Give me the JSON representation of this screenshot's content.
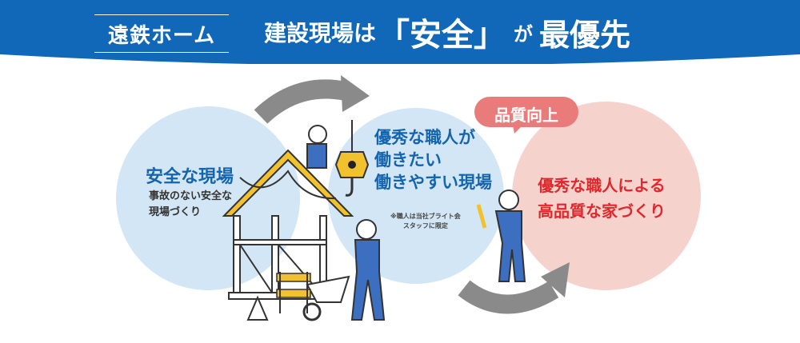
{
  "header": {
    "brand": "遠鉄ホーム",
    "headline_pre": "建設現場は",
    "headline_emph": "「安全」",
    "headline_mid": "が",
    "headline_post": "最優先"
  },
  "left_circle": {
    "title": "安全な現場",
    "subtitle_line1": "事故のない安全な",
    "subtitle_line2": "現場づくり"
  },
  "middle_circle": {
    "title_line1": "優秀な職人が",
    "title_line2": "働きたい",
    "title_line3": "働きやすい現場",
    "note_line1": "※職人は当社ブライト会",
    "note_line2": "スタッフに限定"
  },
  "right_circle": {
    "badge": "品質向上",
    "title_line1": "優秀な職人による",
    "title_line2": "高品質な家づくり"
  },
  "colors": {
    "header_blue": "#1167b8",
    "circle_blue": "#d2e6f5",
    "circle_pink": "#f6d2cd",
    "accent_red": "#e0282c",
    "badge_pink": "#e97b7b",
    "arrow_gray": "#8a8a8a"
  }
}
